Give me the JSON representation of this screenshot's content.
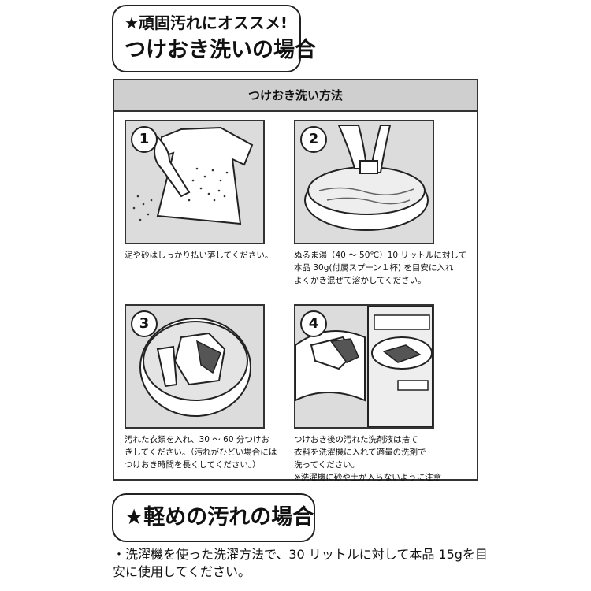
{
  "header": {
    "line1": "★頑固汚れにオススメ!",
    "line2": "つけおき洗いの場合"
  },
  "method": {
    "title": "つけおき洗い方法",
    "steps": [
      {
        "number": "1",
        "text": "泥や砂はしっかり払い落してください。"
      },
      {
        "number": "2",
        "text": "ぬるま湯（40 ～ 50℃）10 リットルに対して\n本品 30g(付属スプーン１杯) を目安に入れ\nよくかき混ぜて溶かしてください。"
      },
      {
        "number": "3",
        "text": "汚れた衣類を入れ、30 ～ 60 分つけお\nきしてください。（汚れがひどい場合には\nつけおき時間を長くしてください。）"
      },
      {
        "number": "4",
        "text": "つけおき後の汚れた洗剤液は捨て\n衣料を洗濯機に入れて適量の洗剤で\n洗ってください。\n※洗濯機に砂や土が入らないように注意"
      }
    ]
  },
  "light": {
    "title": "★軽めの汚れの場合",
    "note": "・洗濯機を使った洗濯方法で、30 リットルに対して本品 15gを目安に使用してください。"
  }
}
